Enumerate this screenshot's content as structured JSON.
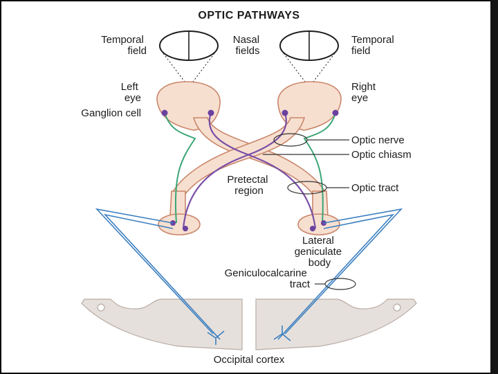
{
  "title": "OPTIC PATHWAYS",
  "labels": {
    "temporal_field_left": [
      "Temporal",
      "field"
    ],
    "nasal_fields": [
      "Nasal",
      "fields"
    ],
    "temporal_field_right": [
      "Temporal",
      "field"
    ],
    "left_eye": [
      "Left",
      "eye"
    ],
    "right_eye": [
      "Right",
      "eye"
    ],
    "ganglion_cell": "Ganglion cell",
    "optic_nerve": "Optic nerve",
    "optic_chiasm": "Optic chiasm",
    "pretectal_region": [
      "Pretectal",
      "region"
    ],
    "optic_tract": "Optic tract",
    "lateral_geniculate_body": [
      "Lateral",
      "geniculate",
      "body"
    ],
    "geniculocalcarine_tract": [
      "Geniculocalcarine",
      "tract"
    ],
    "occipital_cortex": "Occipital cortex"
  },
  "colors": {
    "tissue_fill": "#f7dfd0",
    "tissue_stroke": "#c9866a",
    "cortex_fill": "#e6e0dc",
    "cortex_stroke": "#b8aaa2",
    "nasal_fiber": "#7a4fa6",
    "temporal_fiber": "#3aa575",
    "radiation": "#3b7fc0",
    "cell_body": "#6a42a0",
    "border": "#0a0a0a",
    "leader": "#333333"
  }
}
